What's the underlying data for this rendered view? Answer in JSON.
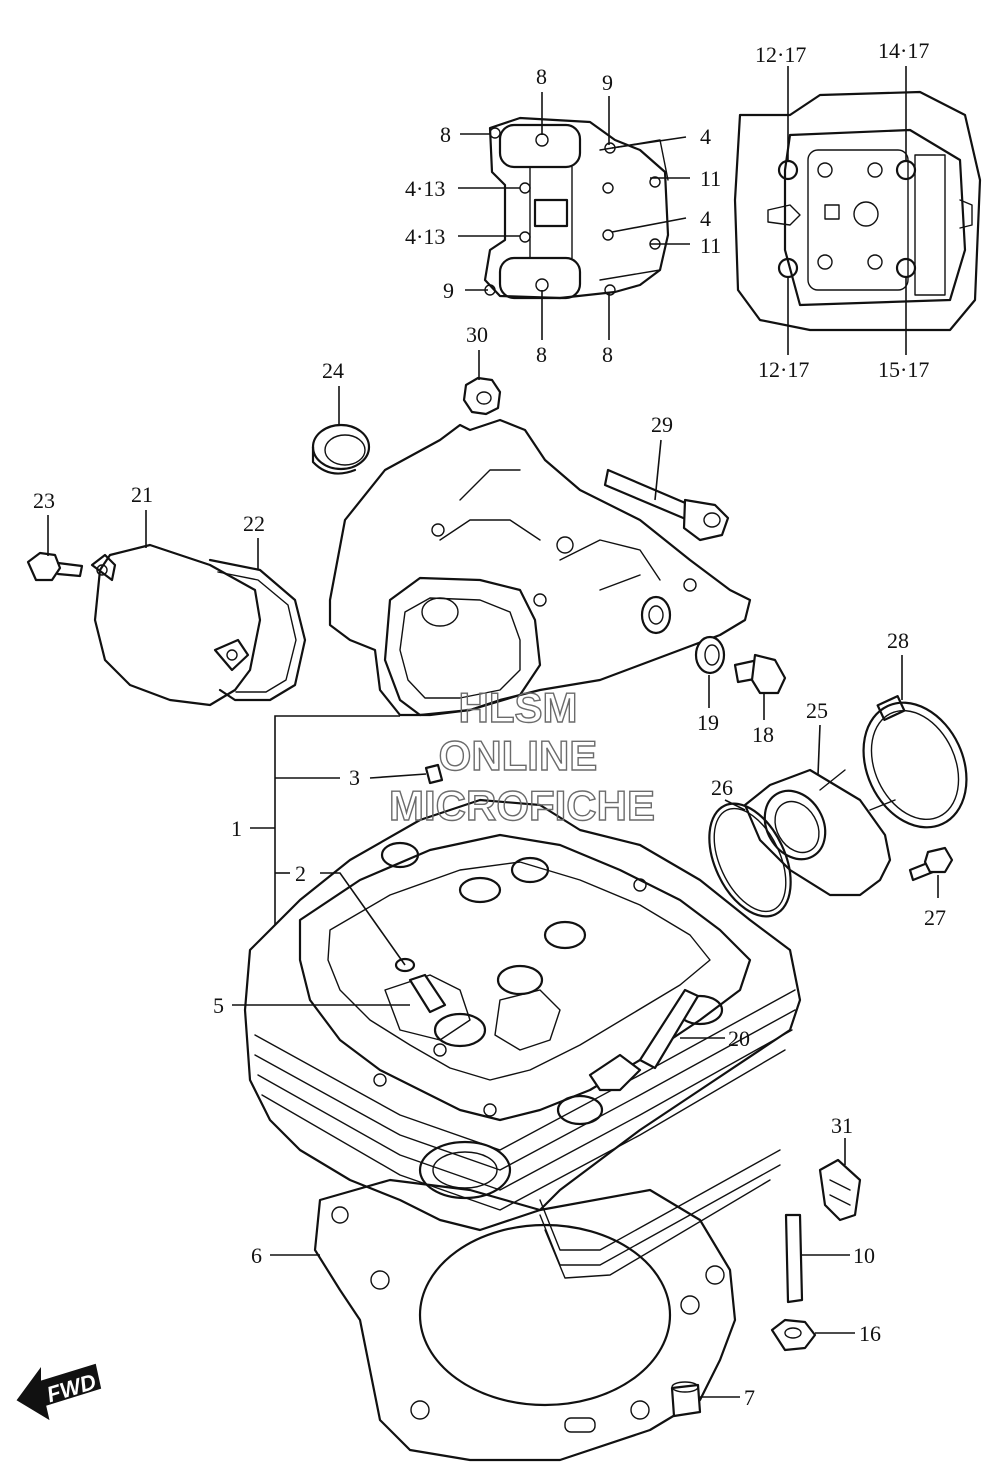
{
  "watermark": {
    "line1": "HLSM",
    "line2": "ONLINE",
    "line3": "MICROFICHE"
  },
  "fwd_label": "FWD",
  "callouts": {
    "c1": "1",
    "c2": "2",
    "c3": "3",
    "c4a": "4",
    "c4b": "4",
    "c413a": "4·13",
    "c413b": "4·13",
    "c5": "5",
    "c6": "6",
    "c7": "7",
    "c8a": "8",
    "c8b": "8",
    "c8c": "8",
    "c8d": "8",
    "c9a": "9",
    "c9b": "9",
    "c10": "10",
    "c11a": "11",
    "c11b": "11",
    "c1217a": "12·17",
    "c1217b": "12·17",
    "c1417": "14·17",
    "c1517": "15·17",
    "c16": "16",
    "c18": "18",
    "c19": "19",
    "c20": "20",
    "c21": "21",
    "c22": "22",
    "c23": "23",
    "c24": "24",
    "c25": "25",
    "c26": "26",
    "c27": "27",
    "c28": "28",
    "c29": "29",
    "c30": "30",
    "c31": "31"
  }
}
